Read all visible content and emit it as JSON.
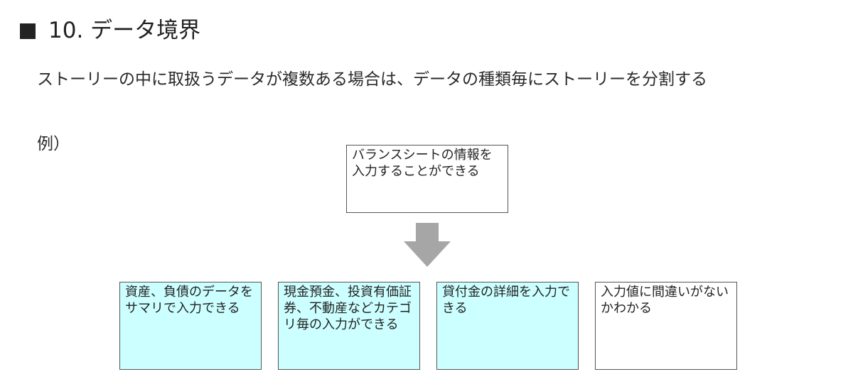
{
  "heading": {
    "title": "10. データ境界"
  },
  "subtitle": "ストーリーの中に取扱うデータが複数ある場合は、データの種類毎にストーリーを分割する",
  "example_label": "例）",
  "colors": {
    "highlight_fill": "#ccffff",
    "plain_fill": "#ffffff",
    "arrow": "#a6a6a6"
  },
  "diagram": {
    "parent_story": "バランスシートの情報を入力することができる",
    "child_stories": [
      {
        "text": "資産、負債のデータをサマリで入力できる",
        "highlighted": true
      },
      {
        "text": "現金預金、投資有価証券、不動産などカテゴリ毎の入力ができる",
        "highlighted": true
      },
      {
        "text": "貸付金の詳細を入力できる",
        "highlighted": true
      },
      {
        "text": "入力値に間違いがないかわかる",
        "highlighted": false
      }
    ],
    "arrow_icon": "down-arrow-icon"
  }
}
